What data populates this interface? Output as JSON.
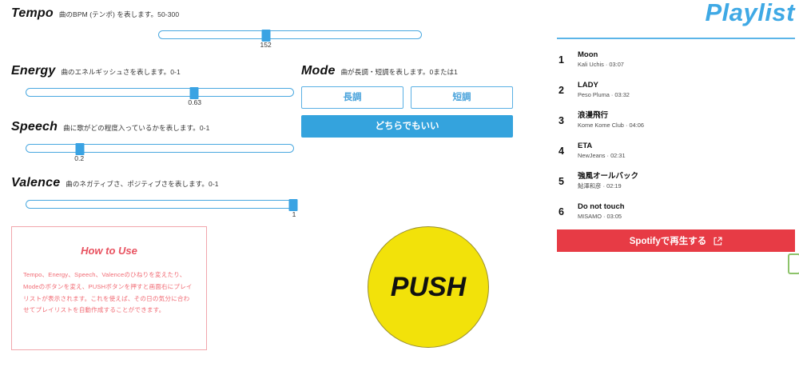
{
  "params": {
    "tempo": {
      "title": "Tempo",
      "desc": "曲のBPM (テンポ) を表します。50-300",
      "value": "152",
      "percent": 40.8
    },
    "energy": {
      "title": "Energy",
      "desc": "曲のエネルギッシュさを表します。0-1",
      "value": "0.63",
      "percent": 63
    },
    "speech": {
      "title": "Speech",
      "desc": "曲に歌がどの程度入っているかを表します。0-1",
      "value": "0.2",
      "percent": 20
    },
    "valence": {
      "title": "Valence",
      "desc": "曲のネガティブさ、ポジティブさを表します。0-1",
      "value": "1",
      "percent": 100
    }
  },
  "mode": {
    "title": "Mode",
    "desc": "曲が長調・短調を表します。0または1",
    "major_label": "長調",
    "minor_label": "短調",
    "any_label": "どちらでもいい",
    "selected": "any"
  },
  "howto": {
    "title": "How to Use",
    "body": "Tempo、Energy、Speech、Valenceのひねりを変えたり、Modeのボタンを変え、PUSHボタンを押すと画面右にプレイリストが表示されます。これを使えば、その日の気分に合わせてプレイリストを自動作成することができます。"
  },
  "push": {
    "label": "PUSH"
  },
  "playlist": {
    "title": "Playlist",
    "tracks": [
      {
        "index": "1",
        "name": "Moon",
        "meta": "Kali Uchis · 03:07"
      },
      {
        "index": "2",
        "name": "LADY",
        "meta": "Peso Pluma · 03:32"
      },
      {
        "index": "3",
        "name": "浪漫飛行",
        "meta": "Kome Kome Club · 04:06"
      },
      {
        "index": "4",
        "name": "ETA",
        "meta": "NewJeans · 02:31"
      },
      {
        "index": "5",
        "name": "強風オールバック",
        "meta": "鮎澤和彦 · 02:19"
      },
      {
        "index": "6",
        "name": "Do not touch",
        "meta": "MISAMO · 03:05"
      }
    ],
    "spotify_button": "Spotifyで再生する"
  },
  "colors": {
    "accent_blue": "#3fa9e5",
    "slider_blue": "#4aa8e0",
    "spotify_red": "#e73b45",
    "push_yellow": "#f2e20a",
    "howto_pink": "#f16b74",
    "edge_green": "#8dc36a"
  }
}
